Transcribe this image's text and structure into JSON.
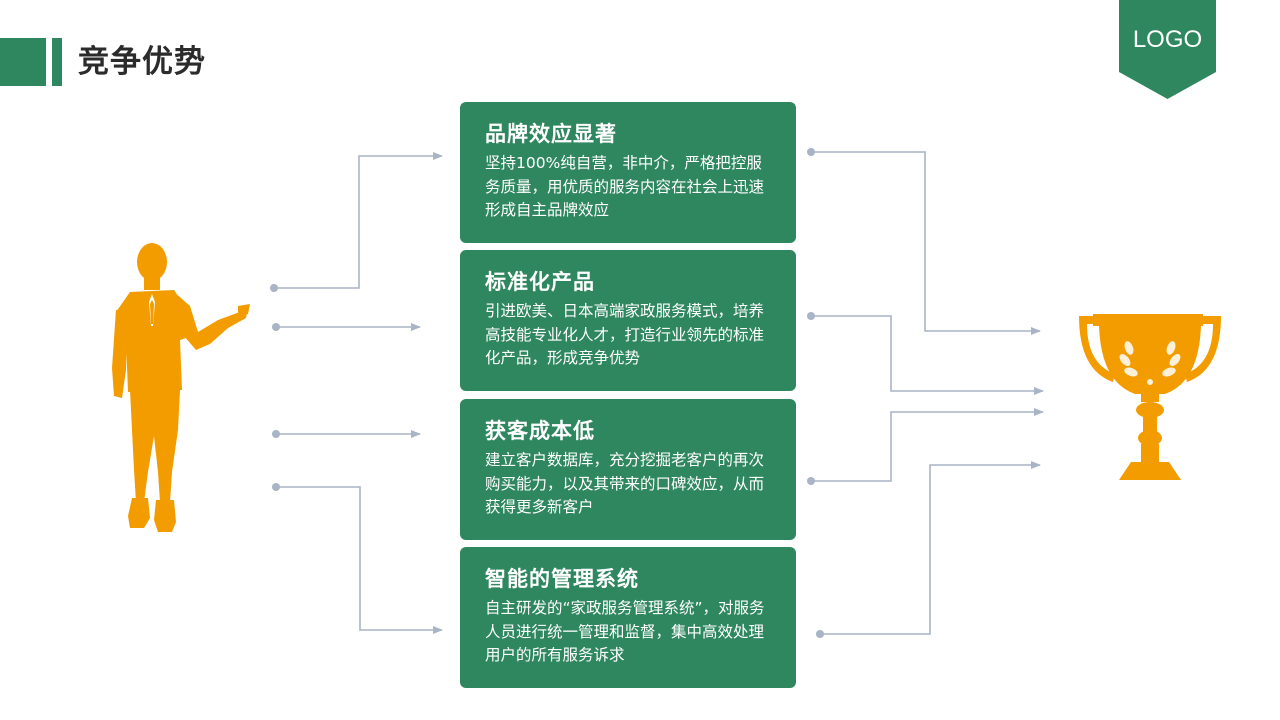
{
  "header": {
    "title": "竞争优势",
    "logo_text": "LOGO"
  },
  "colors": {
    "primary_green": "#2f8760",
    "accent_orange": "#f39c00",
    "connector_gray": "#a9b4c6"
  },
  "cards": [
    {
      "title": "品牌效应显著",
      "description": "坚持100%纯自营，非中介，严格把控服务质量，用优质的服务内容在社会上迅速形成自主品牌效应"
    },
    {
      "title": "标准化产品",
      "description": "引进欧美、日本高端家政服务模式，培养高技能专业化人才，打造行业领先的标准化产品，形成竞争优势"
    },
    {
      "title": "获客成本低",
      "description": "建立客户数据库，充分挖掘老客户的再次购买能力，以及其带来的口碑效应，从而获得更多新客户"
    },
    {
      "title": "智能的管理系统",
      "description": "自主研发的“家政服务管理系统”，对服务人员进行统一管理和监督，集中高效处理用户的所有服务诉求"
    }
  ],
  "icons": {
    "person": "businessman-presenting-silhouette",
    "trophy": "trophy-cup-with-laurel"
  }
}
